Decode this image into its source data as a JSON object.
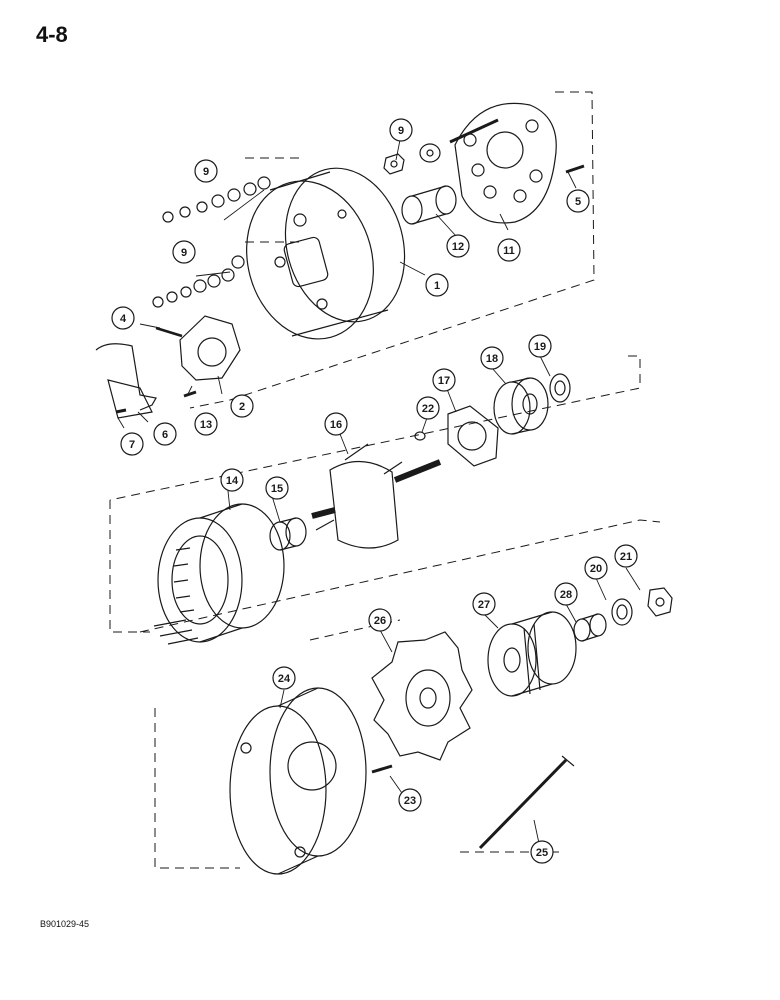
{
  "page_number": "4-8",
  "drawing_code": "B901029-45",
  "colors": {
    "ink": "#1a1a1a",
    "paper": "#ffffff",
    "shade": "#8c8c8c"
  },
  "callouts": [
    {
      "id": "c1",
      "label": "1"
    },
    {
      "id": "c2",
      "label": "2"
    },
    {
      "id": "c4",
      "label": "4"
    },
    {
      "id": "c5",
      "label": "5"
    },
    {
      "id": "c6",
      "label": "6"
    },
    {
      "id": "c7",
      "label": "7"
    },
    {
      "id": "c9a",
      "label": "9"
    },
    {
      "id": "c9b",
      "label": "9"
    },
    {
      "id": "c9c",
      "label": "9"
    },
    {
      "id": "c11",
      "label": "11"
    },
    {
      "id": "c12",
      "label": "12"
    },
    {
      "id": "c13",
      "label": "13"
    },
    {
      "id": "c14",
      "label": "14"
    },
    {
      "id": "c15",
      "label": "15"
    },
    {
      "id": "c16",
      "label": "16"
    },
    {
      "id": "c17",
      "label": "17"
    },
    {
      "id": "c18",
      "label": "18"
    },
    {
      "id": "c19",
      "label": "19"
    },
    {
      "id": "c20",
      "label": "20"
    },
    {
      "id": "c21",
      "label": "21"
    },
    {
      "id": "c22",
      "label": "22"
    },
    {
      "id": "c23",
      "label": "23"
    },
    {
      "id": "c24",
      "label": "24"
    },
    {
      "id": "c25",
      "label": "25"
    },
    {
      "id": "c26",
      "label": "26"
    },
    {
      "id": "c27",
      "label": "27"
    },
    {
      "id": "c28",
      "label": "28"
    }
  ]
}
